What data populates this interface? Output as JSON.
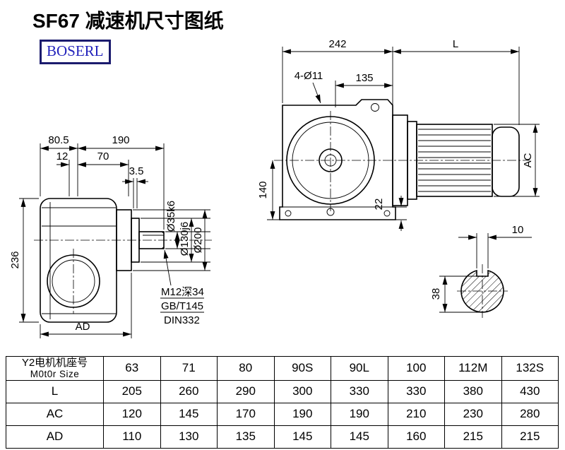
{
  "page": {
    "title": "SF67 减速机尺寸图纸",
    "brand": "BOSERL"
  },
  "front_view": {
    "dim_top_left": "242",
    "dim_top_right": "L",
    "dim_holes": "4-Ø11",
    "dim_135": "135",
    "dim_140": "140",
    "dim_22": "22",
    "dim_ac": "AC"
  },
  "side_view": {
    "dim_80_5": "80.5",
    "dim_190": "190",
    "dim_12": "12",
    "dim_70": "70",
    "dim_3_5": "3.5",
    "dim_236": "236",
    "dim_ad": "AD",
    "dim_shaft": "Ø35k6",
    "dim_spigot": "Ø130j6",
    "dim_flange": "Ø200",
    "note_tap": "M12深34",
    "note_std1": "GB/T145",
    "note_std2": "DIN332"
  },
  "section_view": {
    "dim_key_width": "10",
    "dim_key_depth": "38"
  },
  "table": {
    "header": {
      "label_cn": "Y2电机机座号",
      "label_en": "M0t0r Size",
      "values": [
        "63",
        "71",
        "80",
        "90S",
        "90L",
        "100",
        "112M",
        "132S"
      ]
    },
    "rows": [
      {
        "label": "L",
        "values": [
          "205",
          "260",
          "290",
          "300",
          "330",
          "330",
          "380",
          "430"
        ]
      },
      {
        "label": "AC",
        "values": [
          "120",
          "145",
          "170",
          "190",
          "190",
          "210",
          "230",
          "280"
        ]
      },
      {
        "label": "AD",
        "values": [
          "110",
          "130",
          "135",
          "145",
          "145",
          "160",
          "215",
          "215"
        ]
      }
    ]
  }
}
